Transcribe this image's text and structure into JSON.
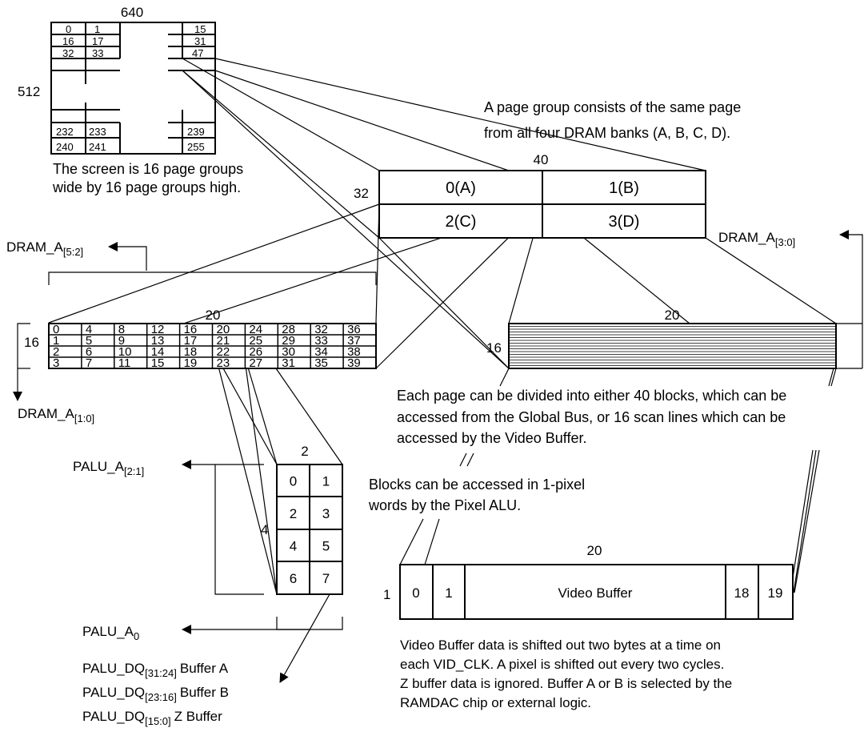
{
  "screen": {
    "width_label": "640",
    "height_label": "512",
    "cells": {
      "r0": [
        "0",
        "1",
        "15"
      ],
      "r1": [
        "16",
        "17",
        "31"
      ],
      "r2": [
        "32",
        "33",
        "47"
      ],
      "r3": [
        "232",
        "233",
        "239"
      ],
      "r4": [
        "240",
        "241",
        "255"
      ]
    },
    "caption_line1": "The screen is 16 page groups",
    "caption_line2": "wide by 16 page groups high."
  },
  "page_group": {
    "note_line1": "A page group consists of the same page",
    "note_line2": "from all four DRAM banks (A, B, C, D).",
    "width_label": "40",
    "height_label": "32",
    "banks": [
      "0(A)",
      "1(B)",
      "2(C)",
      "3(D)"
    ]
  },
  "blocks": {
    "width_label": "20",
    "height_label": "16",
    "rows": [
      [
        "0",
        "4",
        "8",
        "12",
        "16",
        "20",
        "24",
        "28",
        "32",
        "36"
      ],
      [
        "1",
        "5",
        "9",
        "13",
        "17",
        "21",
        "25",
        "29",
        "33",
        "37"
      ],
      [
        "2",
        "6",
        "10",
        "14",
        "18",
        "22",
        "26",
        "30",
        "34",
        "38"
      ],
      [
        "3",
        "7",
        "11",
        "15",
        "19",
        "23",
        "27",
        "31",
        "35",
        "39"
      ]
    ],
    "dram_a_52": {
      "base": "DRAM_A",
      "sub": "[5:2]"
    },
    "dram_a_10": {
      "base": "DRAM_A",
      "sub": "[1:0]"
    }
  },
  "scanlines": {
    "width_label": "20",
    "height_label": "16",
    "dram_a_30": {
      "base": "DRAM_A",
      "sub": "[3:0]"
    }
  },
  "notes": {
    "each_page_line1": "Each page can be divided into either 40 blocks, which can be",
    "each_page_line2": "accessed from the Global Bus, or 16 scan lines which can be",
    "each_page_line3": "accessed by the Video Buffer.",
    "blocks_line1": "Blocks can be accessed in 1-pixel",
    "blocks_line2": "words by the Pixel ALU."
  },
  "pixel_block": {
    "width_label": "2",
    "height_label": "4",
    "cells": [
      "0",
      "1",
      "2",
      "3",
      "4",
      "5",
      "6",
      "7"
    ],
    "palu_a21": {
      "base": "PALU_A",
      "sub": "[2:1]"
    },
    "palu_a0": {
      "base": "PALU_A",
      "sub": "0"
    },
    "dq": [
      {
        "base": "PALU_DQ",
        "sub": "[31:24]",
        "rest": "Buffer A"
      },
      {
        "base": "PALU_DQ",
        "sub": "[23:16]",
        "rest": "Buffer B"
      },
      {
        "base": "PALU_DQ",
        "sub": "[15:0]",
        "rest": "Z Buffer"
      }
    ]
  },
  "video_buffer": {
    "width_label": "20",
    "height_label": "1",
    "cells": [
      "0",
      "1",
      "Video Buffer",
      "18",
      "19"
    ],
    "note_line1": "Video Buffer data is shifted out two bytes at a time on",
    "note_line2": "each VID_CLK. A pixel is shifted out every two cycles.",
    "note_line3": "Z buffer data is ignored. Buffer A or B is selected by the",
    "note_line4": "RAMDAC chip or external logic."
  }
}
